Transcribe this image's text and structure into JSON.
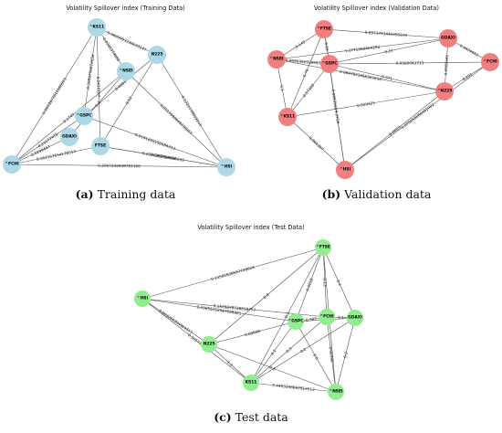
{
  "panels": [
    {
      "id": "a",
      "title": "Volatility Spillover index (Training Data)",
      "caption_label": "(a)",
      "caption_text": "Training data",
      "node_color": "#add8e6",
      "nodes": [
        {
          "label": "^KS11"
        },
        {
          "label": "N225"
        },
        {
          "label": "^NSEI"
        },
        {
          "label": "^GSPC"
        },
        {
          "label": "GDAXI"
        },
        {
          "label": "FTSE"
        },
        {
          "label": "^FCHI"
        },
        {
          "label": "^HSI"
        }
      ],
      "edges": [
        {
          "from": 0,
          "to": 1,
          "label": "0.3830993330633147"
        },
        {
          "from": 0,
          "to": 2,
          "label": "0.4305374880"
        },
        {
          "from": 0,
          "to": 5,
          "label": "0.5410197"
        },
        {
          "from": 0,
          "to": 6,
          "label": "0.0919977011680915"
        },
        {
          "from": 0,
          "to": 3,
          "label": "0.2099798072656"
        },
        {
          "from": 1,
          "to": 3,
          "label": "0.4601"
        },
        {
          "from": 1,
          "to": 7,
          "label": "0.1321178019215"
        },
        {
          "from": 1,
          "to": 5,
          "label": "0.52"
        },
        {
          "from": 2,
          "to": 4,
          "label": "0.3"
        },
        {
          "from": 2,
          "to": 7,
          "label": "0.0317990649230287"
        },
        {
          "from": 2,
          "to": 6,
          "label": "0.1741"
        },
        {
          "from": 3,
          "to": 6,
          "label": "0.23177478"
        },
        {
          "from": 3,
          "to": 7,
          "label": "0.0191255192684313"
        },
        {
          "from": 4,
          "to": 6,
          "label": "0.0299447"
        },
        {
          "from": 5,
          "to": 6,
          "label": "0.162157654178514"
        },
        {
          "from": 5,
          "to": 7,
          "label": "0.310794484"
        },
        {
          "from": 5,
          "to": 7,
          "label": "0.2296398519696632"
        },
        {
          "from": 6,
          "to": 7,
          "label": "0.2097242838781168"
        }
      ]
    },
    {
      "id": "b",
      "title": "Volatility Spillover index (Validation Data)",
      "caption_label": "(b)",
      "caption_text": "Validation data",
      "node_color": "#f08080",
      "nodes": [
        {
          "label": "^FTSE"
        },
        {
          "label": "GDAXI"
        },
        {
          "label": "^NSEI"
        },
        {
          "label": "^GSPC"
        },
        {
          "label": "^FCHI"
        },
        {
          "label": "^N225"
        },
        {
          "label": "^KS11"
        },
        {
          "label": "^HSI"
        }
      ],
      "edges": [
        {
          "from": 0,
          "to": 1,
          "label": "0.8973703445095875"
        },
        {
          "from": 0,
          "to": 2,
          "label": "0.145"
        },
        {
          "from": 0,
          "to": 3,
          "label": "0.02"
        },
        {
          "from": 0,
          "to": 6,
          "label": "0.70"
        },
        {
          "from": 0,
          "to": 7,
          "label": "0.0003916"
        },
        {
          "from": 1,
          "to": 2,
          "label": "1.3771988464292"
        },
        {
          "from": 1,
          "to": 3,
          "label": "0.22"
        },
        {
          "from": 1,
          "to": 4,
          "label": "0.4474452"
        },
        {
          "from": 1,
          "to": 5,
          "label": "0.0580041"
        },
        {
          "from": 2,
          "to": 3,
          "label": "0.0030351928997"
        },
        {
          "from": 2,
          "to": 5,
          "label": "0.0847823466307658"
        },
        {
          "from": 2,
          "to": 6,
          "label": "0.1"
        },
        {
          "from": 3,
          "to": 4,
          "label": "0.0580043713"
        },
        {
          "from": 3,
          "to": 5,
          "label": "0.371"
        },
        {
          "from": 3,
          "to": 6,
          "label": "0.57100"
        },
        {
          "from": 3,
          "to": 7,
          "label": "0.3756"
        },
        {
          "from": 4,
          "to": 5,
          "label": "0.291"
        },
        {
          "from": 4,
          "to": 7,
          "label": "0.075658086461002"
        },
        {
          "from": 5,
          "to": 6,
          "label": "0.029321"
        },
        {
          "from": 5,
          "to": 7,
          "label": "0.0893"
        },
        {
          "from": 6,
          "to": 7,
          "label": "0.091397"
        }
      ]
    },
    {
      "id": "c",
      "title": "Volatility Spillover index (Test Data)",
      "caption_label": "(c)",
      "caption_text": "Test data",
      "node_color": "#90ee90",
      "nodes": [
        {
          "label": "^FTSE"
        },
        {
          "label": "^HSI"
        },
        {
          "label": "^GSPC"
        },
        {
          "label": "^FCHI"
        },
        {
          "label": "GDAXI"
        },
        {
          "label": "N225"
        },
        {
          "label": "KS11"
        },
        {
          "label": "^NSEI"
        }
      ],
      "edges": [
        {
          "from": 0,
          "to": 1,
          "label": "0.12582838507728024"
        },
        {
          "from": 0,
          "to": 2,
          "label": "0.0918"
        },
        {
          "from": 0,
          "to": 3,
          "label": "0.13"
        },
        {
          "from": 0,
          "to": 4,
          "label": "0.4"
        },
        {
          "from": 0,
          "to": 5,
          "label": "0.4"
        },
        {
          "from": 0,
          "to": 6,
          "label": "0.3"
        },
        {
          "from": 0,
          "to": 7,
          "label": "0.3"
        },
        {
          "from": 1,
          "to": 2,
          "label": "0.10855122947695821"
        },
        {
          "from": 1,
          "to": 3,
          "label": "0.1529878728818757"
        },
        {
          "from": 1,
          "to": 5,
          "label": "0.003260394964517"
        },
        {
          "from": 1,
          "to": 6,
          "label": "0.1057753"
        },
        {
          "from": 2,
          "to": 3,
          "label": "0.387"
        },
        {
          "from": 2,
          "to": 4,
          "label": "0.345"
        },
        {
          "from": 2,
          "to": 5,
          "label": "0.60808"
        },
        {
          "from": 2,
          "to": 6,
          "label": "0.1"
        },
        {
          "from": 2,
          "to": 7,
          "label": "0.0"
        },
        {
          "from": 3,
          "to": 4,
          "label": "0.1"
        },
        {
          "from": 3,
          "to": 6,
          "label": "0.3"
        },
        {
          "from": 3,
          "to": 7,
          "label": "0.00335"
        },
        {
          "from": 4,
          "to": 6,
          "label": "0.2"
        },
        {
          "from": 4,
          "to": 7,
          "label": "0.2"
        },
        {
          "from": 5,
          "to": 6,
          "label": "1.2"
        },
        {
          "from": 5,
          "to": 7,
          "label": "0.3"
        },
        {
          "from": 6,
          "to": 7,
          "label": "2.4493258892913513"
        }
      ]
    }
  ]
}
